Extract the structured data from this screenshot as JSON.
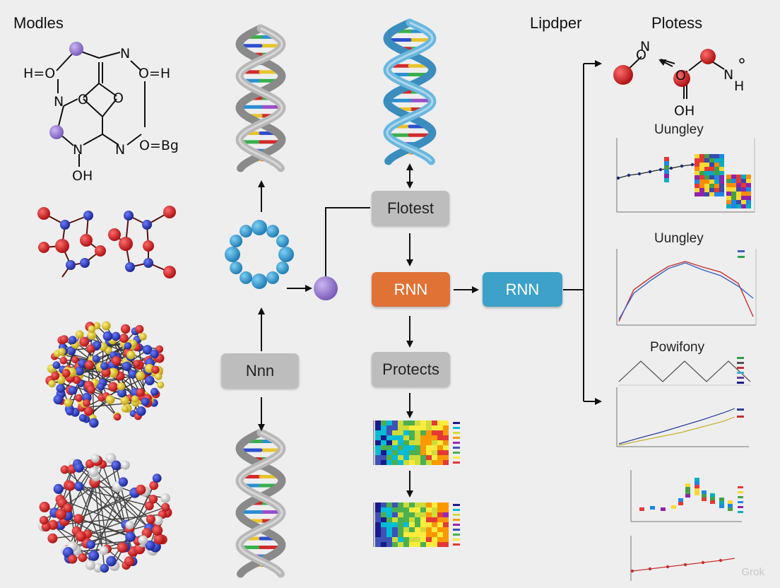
{
  "headings": {
    "models": "Modles",
    "lipdper": "Lipdper",
    "plotess": "Plotess"
  },
  "molecule_labels": {
    "top_left": [
      "N",
      "H=O",
      "O=H",
      "O",
      "O",
      "N",
      "N",
      "N",
      "O=Bg",
      "OH"
    ],
    "top_right": [
      "N",
      "O",
      "O",
      "N",
      "H",
      "OH"
    ]
  },
  "boxes": {
    "flotest": "Flotest",
    "rnn_orange": "RNN",
    "rnn_blue": "RNN",
    "nnn": "Nnn",
    "protects": "Protects"
  },
  "chart_titles": {
    "chart1": "Uungley",
    "chart2": "Uungley",
    "chart3": "Powifony"
  },
  "watermark": "Grok",
  "colors": {
    "background": "#eeeeef",
    "rnn_orange": "#e07236",
    "rnn_blue": "#3da1c9",
    "gray_box": "#bdbdbd",
    "atom_red": "#d01818",
    "atom_blue": "#2236b8",
    "atom_yellow": "#e3cf2a",
    "atom_purple": "#9b82cf"
  }
}
